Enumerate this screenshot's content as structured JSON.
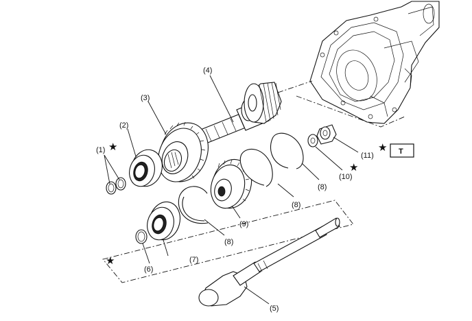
{
  "callouts": {
    "c1": "(1)",
    "c2": "(2)",
    "c3": "(3)",
    "c4": "(4)",
    "c5": "(5)",
    "c6": "(6)",
    "c7": "(7)",
    "c8a": "(8)",
    "c8b": "(8)",
    "c8c": "(8)",
    "c9": "(9)",
    "c10": "(10)",
    "c11": "(11)"
  },
  "star_glyph": "★",
  "torque_box_label": "T"
}
